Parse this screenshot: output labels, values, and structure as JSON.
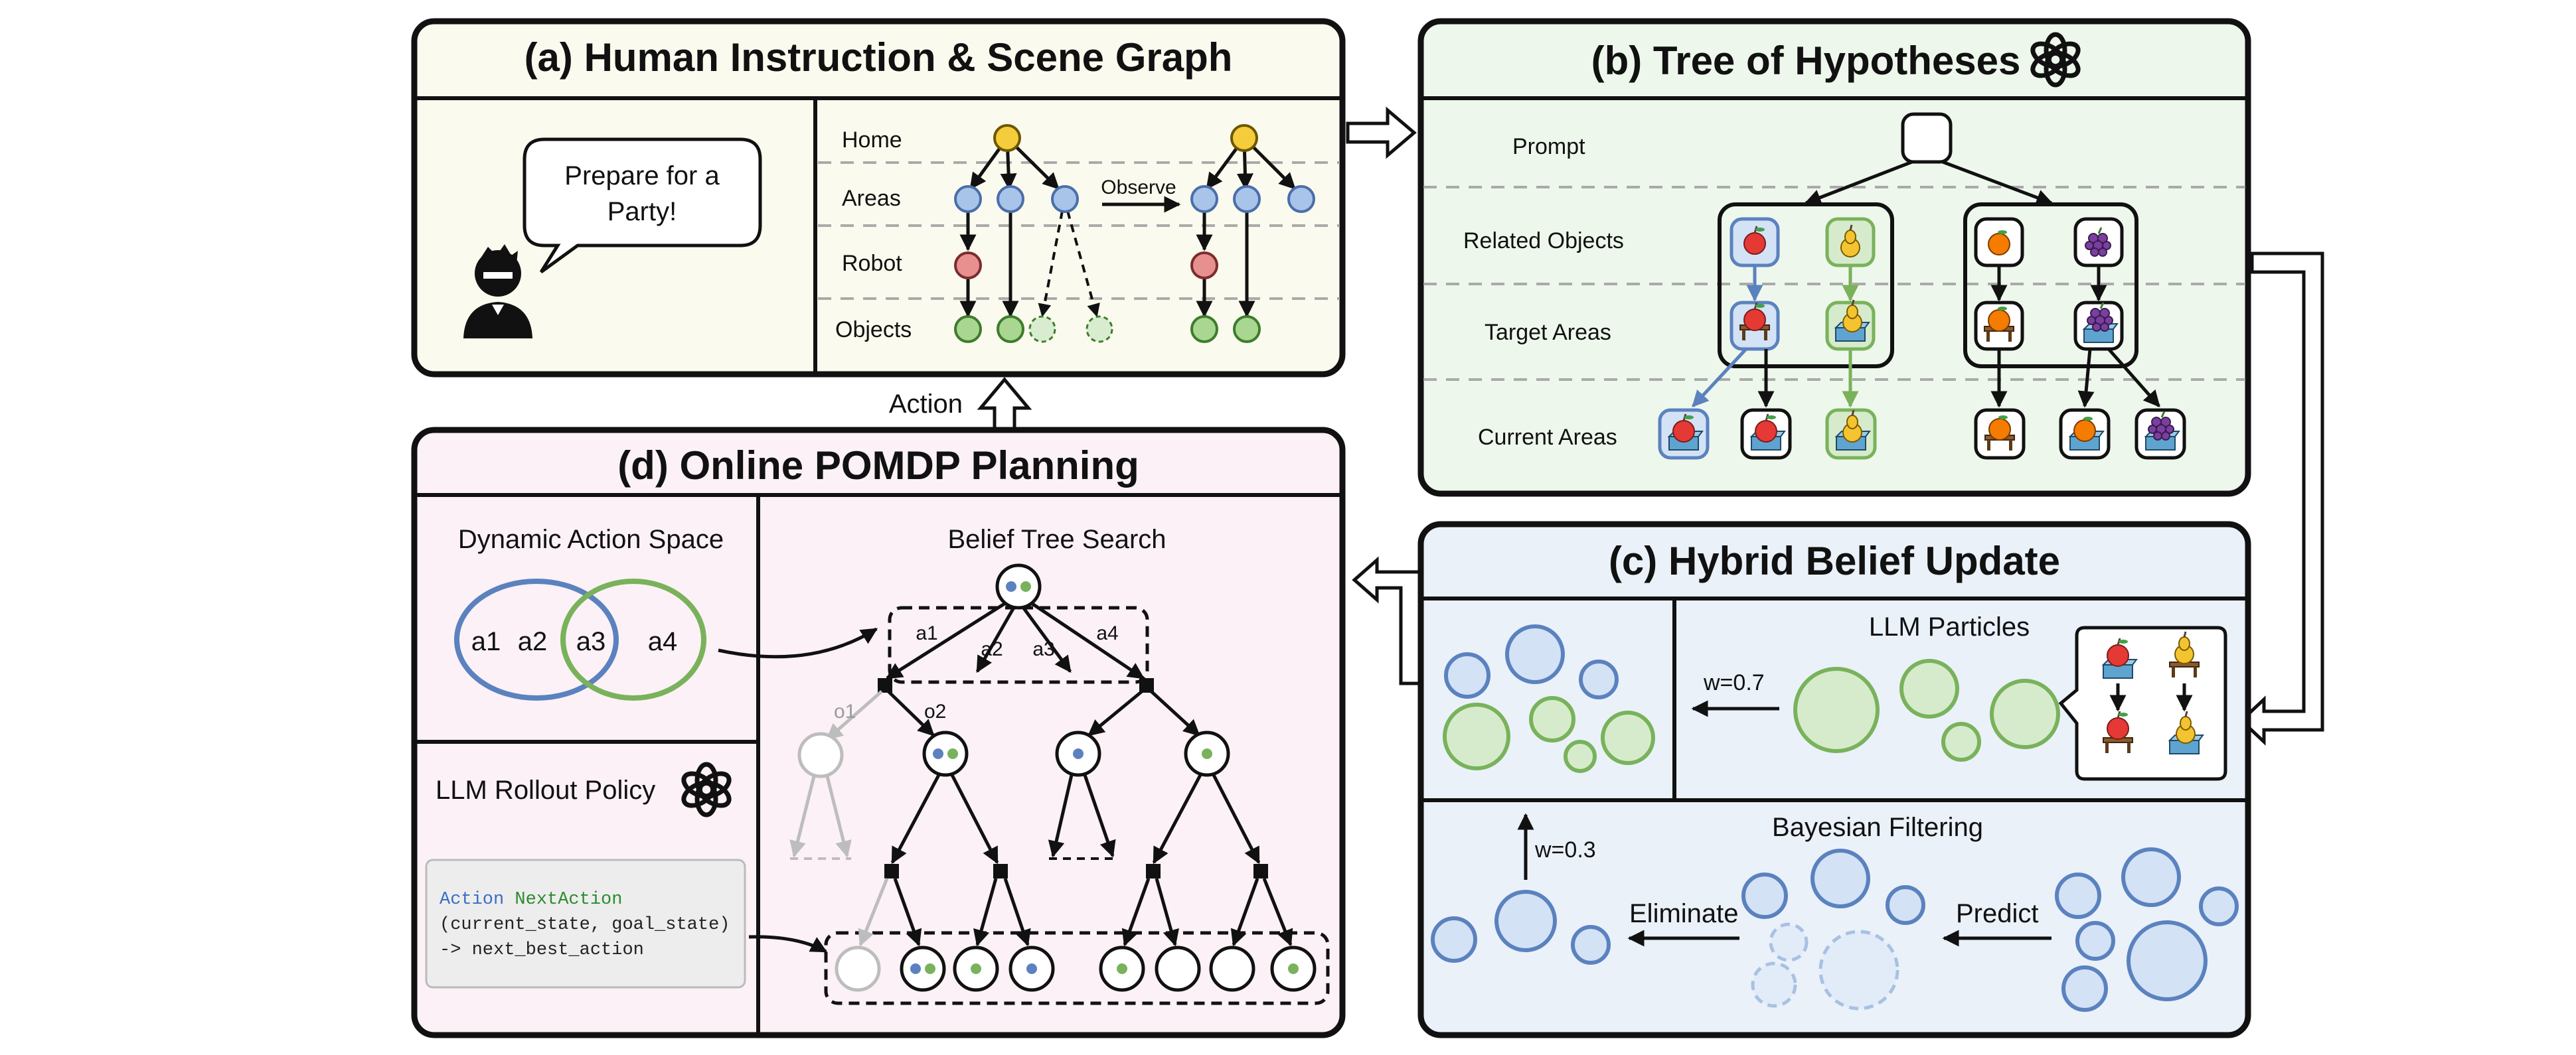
{
  "colors": {
    "panel_a_bg": "#fbfaee",
    "panel_b_bg": "#eef7ec",
    "panel_c_bg": "#eaf1f9",
    "panel_d_bg": "#fbf1f6",
    "blue": "#5b82bf",
    "green": "#79b25b",
    "code_keyword_blue": "#3a6fc4",
    "code_keyword_green": "#2e8b2e"
  },
  "panel_a": {
    "title": "(a) Human Instruction & Scene Graph",
    "speech": [
      "Prepare for a",
      "Party!"
    ],
    "levels": [
      "Home",
      "Areas",
      "Robot",
      "Objects"
    ],
    "observe_label": "Observe",
    "icon": "person-icon"
  },
  "action_label": "Action",
  "panel_b": {
    "title": "(b) Tree of Hypotheses",
    "title_icon": "openai-logo-icon",
    "rows": [
      "Prompt",
      "Related Objects",
      "Target Areas",
      "Current Areas"
    ],
    "icons": [
      "apple-icon",
      "pear-icon",
      "orange-icon",
      "grapes-icon",
      "table-icon",
      "box-icon"
    ]
  },
  "panel_c": {
    "title": "(c) Hybrid Belief Update",
    "llm_particles_label": "LLM Particles",
    "w_llm": "w=0.7",
    "bayes_label": "Bayesian Filtering",
    "w_bayes": "w=0.3",
    "eliminate_label": "Eliminate",
    "predict_label": "Predict"
  },
  "panel_d": {
    "title": "(d) Online POMDP Planning",
    "das_title": "Dynamic Action Space",
    "actions": [
      "a1",
      "a2",
      "a3",
      "a4"
    ],
    "rollout_title": "LLM Rollout Policy",
    "rollout_icon": "openai-logo-icon",
    "code": {
      "kw1": "Action",
      "kw2": "NextAction",
      "line2": "(current_state, goal_state)",
      "line3": "-> next_best_action"
    },
    "bts_title": "Belief Tree Search",
    "tree_action_labels": [
      "a1",
      "a2",
      "a3",
      "a4"
    ],
    "tree_obs_labels": [
      "o1",
      "o2"
    ]
  }
}
